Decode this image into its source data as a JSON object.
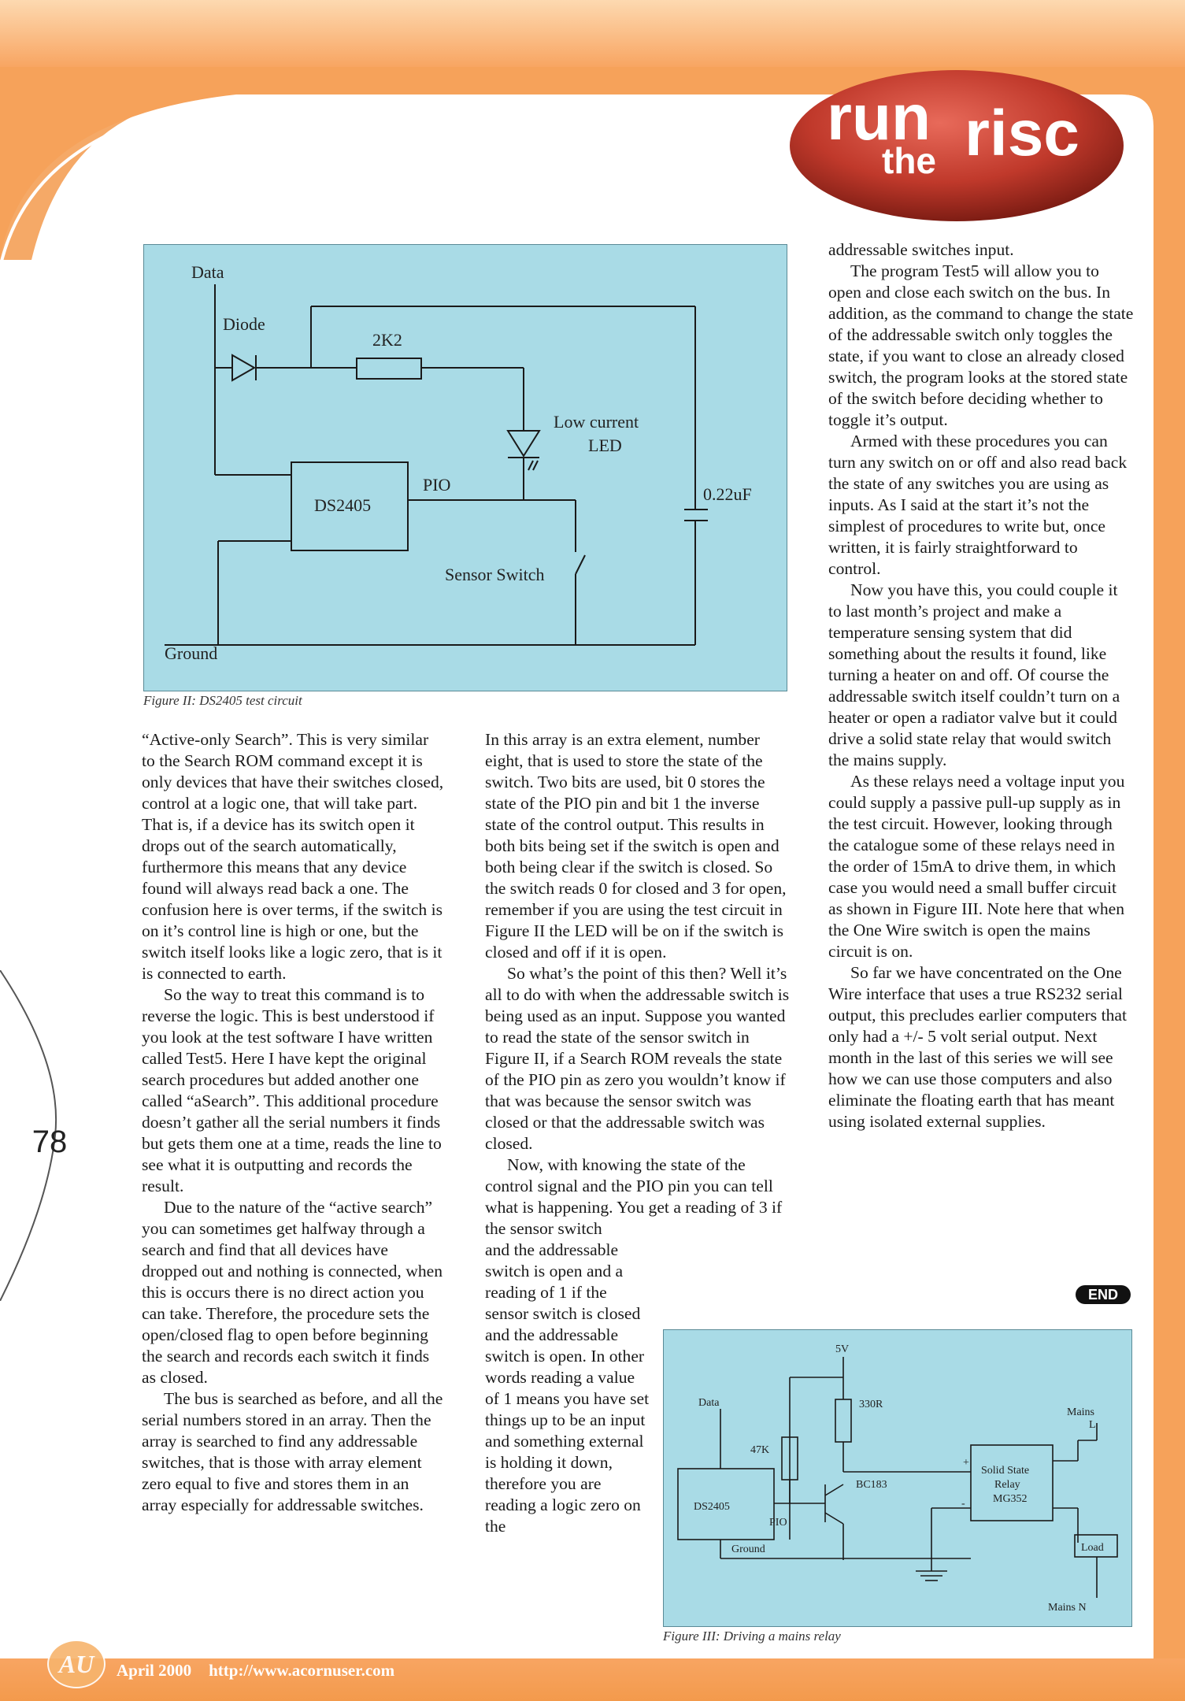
{
  "header": {
    "logo_word1": "run",
    "logo_word2": "the",
    "logo_word3": "risc"
  },
  "figure2": {
    "labels": {
      "data": "Data",
      "diode": "Diode",
      "r2k2": "2K2",
      "led": "Low current",
      "led2": "LED",
      "chip": "DS2405",
      "pio": "PIO",
      "cap": "0.22uF",
      "switch": "Sensor Switch",
      "ground": "Ground"
    },
    "caption": "Figure II: DS2405 test circuit"
  },
  "figure3": {
    "labels": {
      "v5": "5V",
      "data": "Data",
      "r330": "330R",
      "mains_l": "Mains",
      "mains_l2": "L",
      "r47k": "47K",
      "plus": "+",
      "relay1": "Solid State",
      "relay2": "Relay",
      "relay3": "MG352",
      "bc183": "BC183",
      "chip": "DS2405",
      "minus": "-",
      "pio": "PIO",
      "ground": "Ground",
      "load": "Load",
      "mains_n": "Mains N"
    },
    "caption": "Figure III: Driving a mains relay"
  },
  "column1": [
    "“Active-only Search”. This is very similar to the Search ROM command except it is only devices that have their switches closed, control at a logic one, that will take part. That is, if a device has its switch open it drops out of the search automatically, furthermore this means that any device found will always read back a one. The confusion here is over terms, if the switch is on it’s control line is high or one, but the switch itself looks like a logic zero, that is it is connected to earth.",
    "So the way to treat this command is to reverse the logic. This is best understood if you look at the test software I have written called Test5. Here I have kept the original search procedures but added another one called “aSearch”. This additional procedure doesn’t gather all the serial numbers it finds but gets them one at a time, reads the line to see what it is outputting and records the result.",
    "Due to the nature of the “active search” you can sometimes get halfway through a search and find that all devices have dropped out and nothing is connected, when this is occurs there is no direct action you can take. Therefore, the procedure sets the open/closed flag to open before beginning the search and records each switch it finds as closed.",
    "The bus is searched as before, and all the serial numbers stored in an array. Then the array is searched to find any addressable switches, that is those with array element zero equal to five and stores them in an array especially for addressable switches."
  ],
  "column2": [
    "In this array is an extra element, number eight, that is used to store the state of the switch. Two bits are used, bit 0 stores the state of the PIO pin and bit 1 the inverse state of the control output. This results in both bits being set if the switch is open and both being clear if the switch is closed. So the switch reads 0 for closed and 3 for open, remember if you are using the test circuit in Figure II the LED will be on if the switch is closed and off if it is open.",
    "So what’s the point of this then? Well it’s all to do with when the addressable switch is being used as an input. Suppose you wanted to read the state of the sensor switch in Figure II, if a Search ROM reveals the state of the PIO pin as zero you wouldn’t know if that was because the sensor switch was closed or that the addressable switch was closed.",
    "Now, with knowing the state of the control signal and the PIO pin you can tell what is happening. You get a reading of 3 if the sensor switch",
    "and the addressable switch is open and a reading of 1 if the sensor switch is closed and the addressable switch is open. In other words reading a value of 1 means you have set things up to be an input and something external is holding it down, therefore you are reading a logic zero on the"
  ],
  "column3": [
    "addressable switches input.",
    "The program Test5 will allow you to open and close each switch on the bus. In addition, as the command to change the state of the addressable switch only toggles the state, if you want to close an already closed switch, the program looks at the stored state of the switch before deciding whether to toggle it’s output.",
    "Armed with these procedures you can turn any switch on or off and also read back the state of any switches you are using as inputs. As I said at the start it’s not the simplest of procedures to write but, once written, it is fairly straightforward to control.",
    "Now you have this, you could couple it to last month’s project and make a temperature sensing system that did something about the results it found, like turning a heater on and off. Of course the addressable switch itself couldn’t turn on a heater or open a radiator valve but it could drive a solid state relay that would switch the mains supply.",
    "As these relays need a voltage input you could supply a passive pull-up supply as in the test circuit. However, looking through the catalogue some of these relays need in the order of 15mA to drive them, in which case you would need a small buffer circuit as shown in Figure III. Note here that when the One Wire switch is open the mains circuit is on.",
    "So far we have concentrated on the One Wire interface that uses a true RS232 serial output, this precludes earlier computers that only had a +/- 5 volt serial output. Next month in the last of this series we will see how we can use those computers and also eliminate the floating earth that has meant using isolated external supplies."
  ],
  "end_badge": "END",
  "page_number": "78",
  "footer": {
    "logo": "AU",
    "date": "April 2000",
    "url": "http://www.acornuser.com"
  },
  "colors": {
    "orange": "#f8a562",
    "figure_bg": "#a9dbe6",
    "logo_red": "#c0392b"
  }
}
